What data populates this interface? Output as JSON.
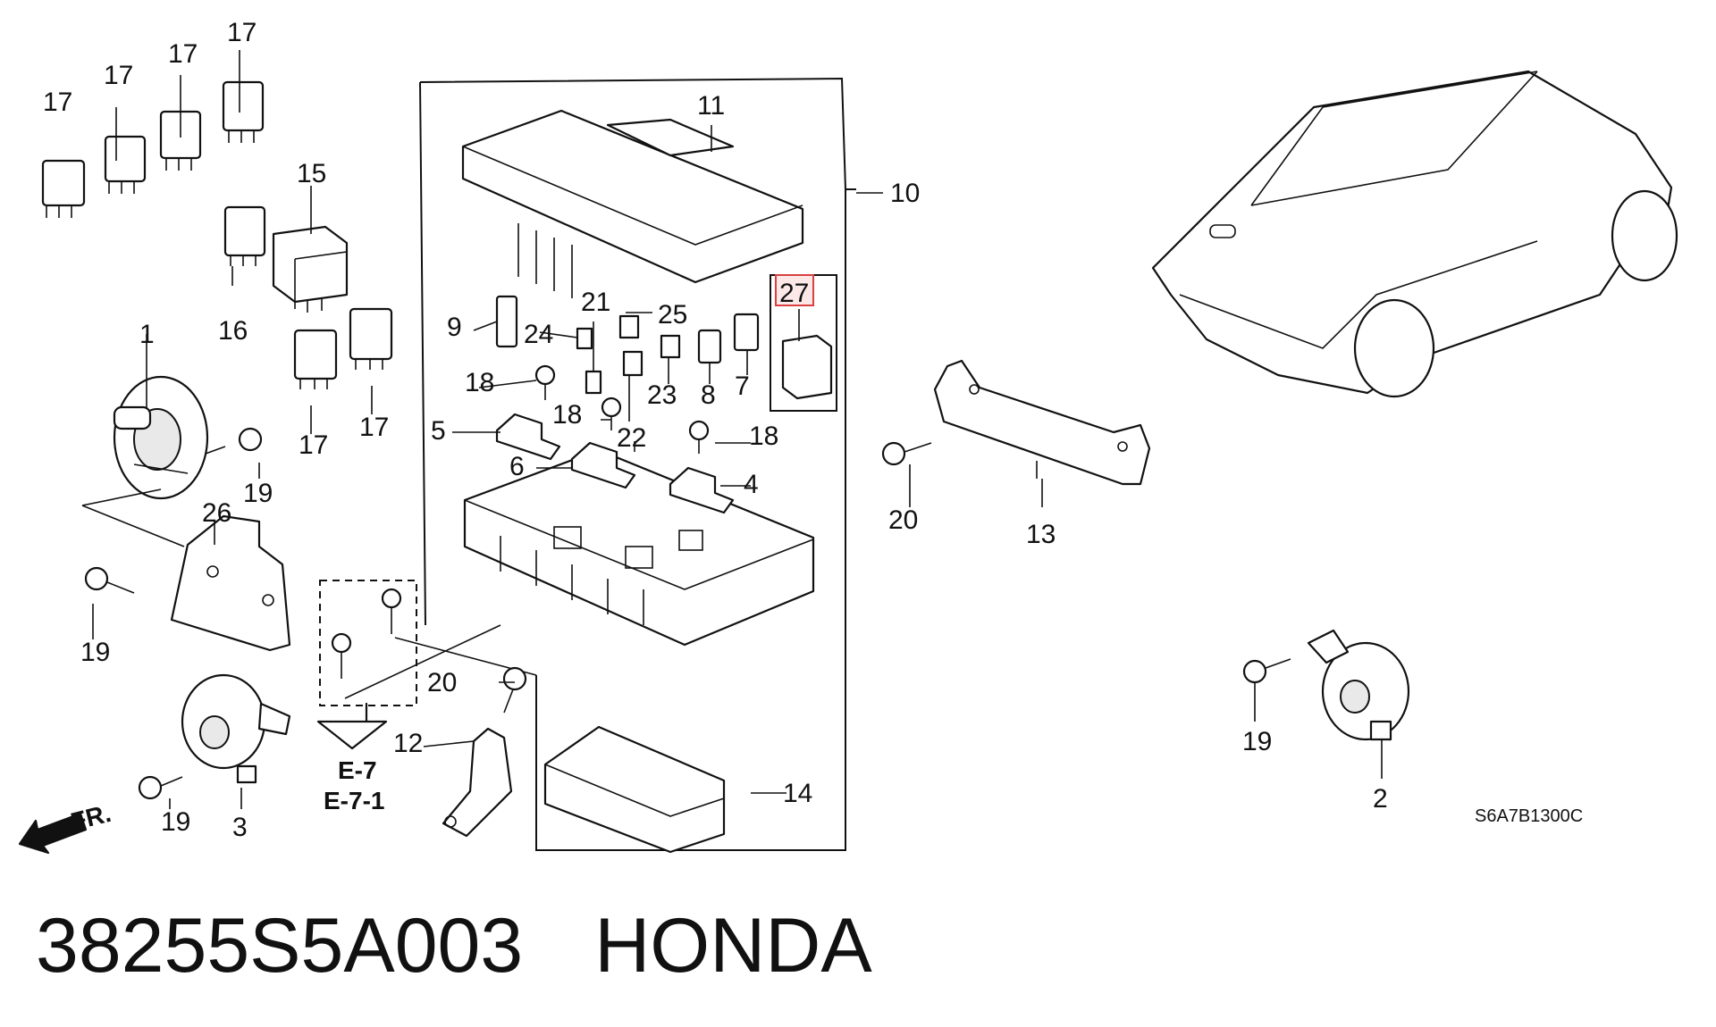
{
  "diagram": {
    "callouts": {
      "c1": "1",
      "c2": "2",
      "c3": "3",
      "c4": "4",
      "c5": "5",
      "c6": "6",
      "c7": "7",
      "c8": "8",
      "c9": "9",
      "c10": "10",
      "c11": "11",
      "c12": "12",
      "c13": "13",
      "c14": "14",
      "c15": "15",
      "c16": "16",
      "c17": "17",
      "c18": "18",
      "c19": "19",
      "c20": "20",
      "c21": "21",
      "c22": "22",
      "c23": "23",
      "c24": "24",
      "c25": "25",
      "c26": "26",
      "c27": "27"
    },
    "reference_e7": "E-7",
    "reference_e71": "E-7-1",
    "front_arrow": "FR.",
    "diagram_code": "S6A7B1300C",
    "highlight_color": "#d94040"
  },
  "caption": {
    "part_number": "38255S5A003",
    "brand": "HONDA"
  }
}
